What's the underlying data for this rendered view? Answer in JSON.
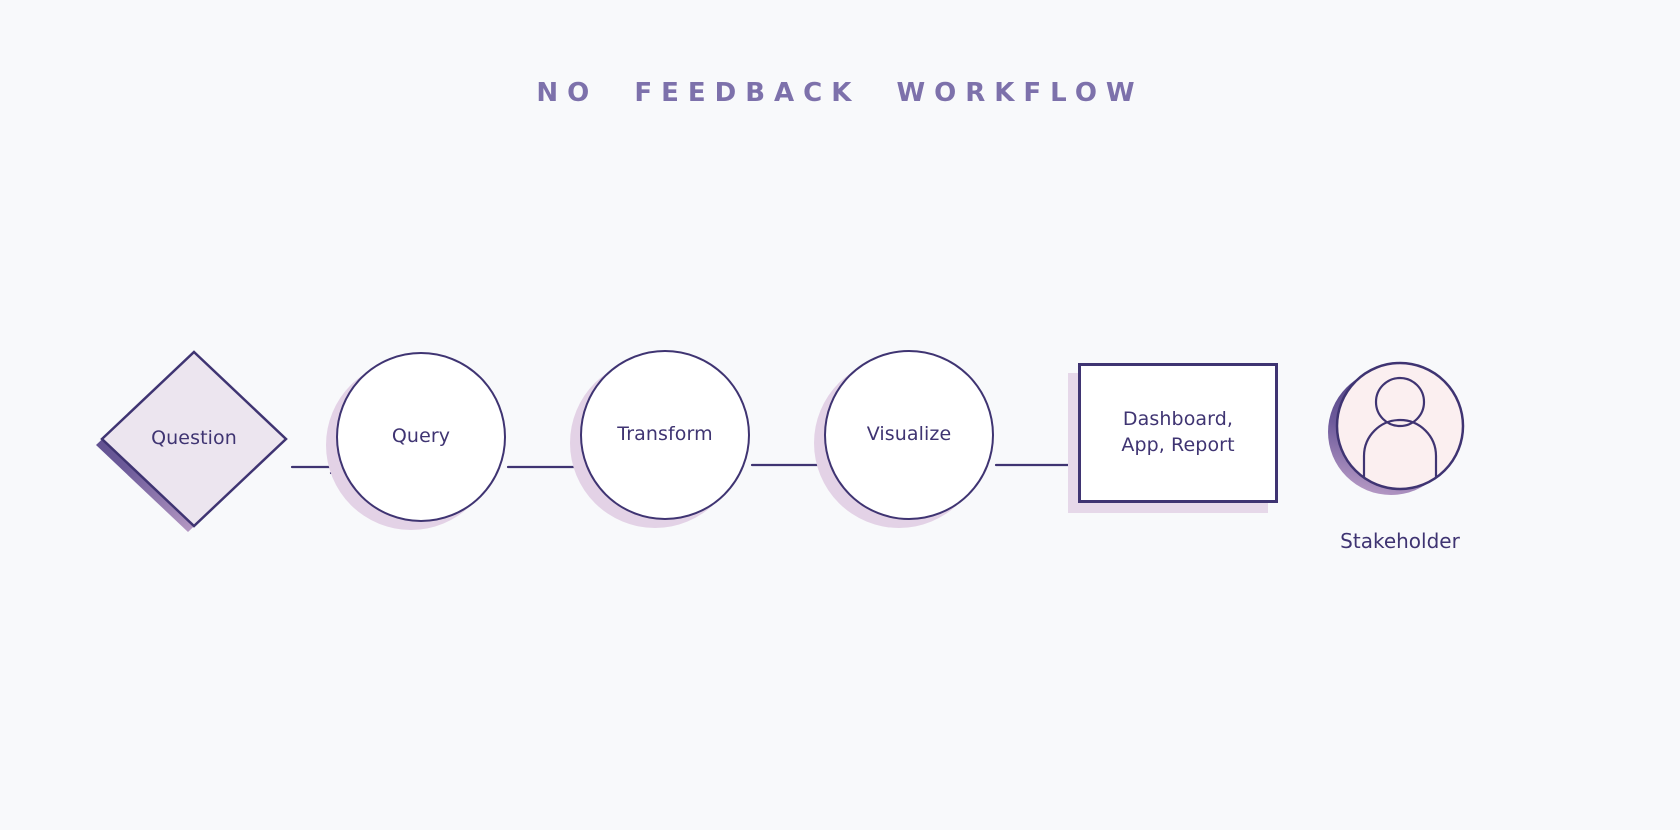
{
  "diagram": {
    "title": "NO  FEEDBACK  WORKFLOW",
    "background_color": "#f8f9fb",
    "title_color": "#7d71ab",
    "node_text_color": "#3f3472",
    "outline_color": "#3f3472",
    "shadow_color": "#e3d2e6",
    "diamond_fill": "#ece5ef",
    "actor_fill": "#fbeff0"
  },
  "nodes": [
    {
      "id": "question",
      "label": "Question",
      "shape": "diamond"
    },
    {
      "id": "query",
      "label": "Query",
      "shape": "circle"
    },
    {
      "id": "transform",
      "label": "Transform",
      "shape": "circle"
    },
    {
      "id": "visualize",
      "label": "Visualize",
      "shape": "circle"
    },
    {
      "id": "output",
      "label": "Dashboard,\nApp, Report",
      "shape": "rectangle"
    },
    {
      "id": "stakeholder",
      "label": "Stakeholder",
      "shape": "actor"
    }
  ],
  "edges": [
    {
      "from": "question",
      "to": "query",
      "style": "arrow"
    },
    {
      "from": "query",
      "to": "transform",
      "style": "arrow"
    },
    {
      "from": "transform",
      "to": "visualize",
      "style": "arrow"
    },
    {
      "from": "visualize",
      "to": "output",
      "style": "arrow"
    },
    {
      "from": "output",
      "to": "stakeholder",
      "style": "arrow"
    }
  ]
}
